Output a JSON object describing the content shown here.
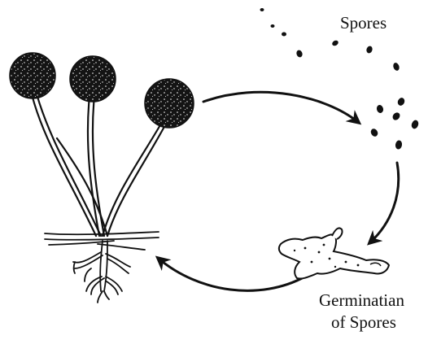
{
  "labels": {
    "spores": "Spores",
    "germination_line1": "Germinatian",
    "germination_line2": "of Spores"
  },
  "colors": {
    "ink": "#111111",
    "background": "#ffffff"
  },
  "icons": {
    "sporangium": "sporangium-icon",
    "spore": "spore-icon",
    "germinating_spore": "germinating-spore-icon",
    "cycle_arrow": "cycle-arrow-icon"
  }
}
